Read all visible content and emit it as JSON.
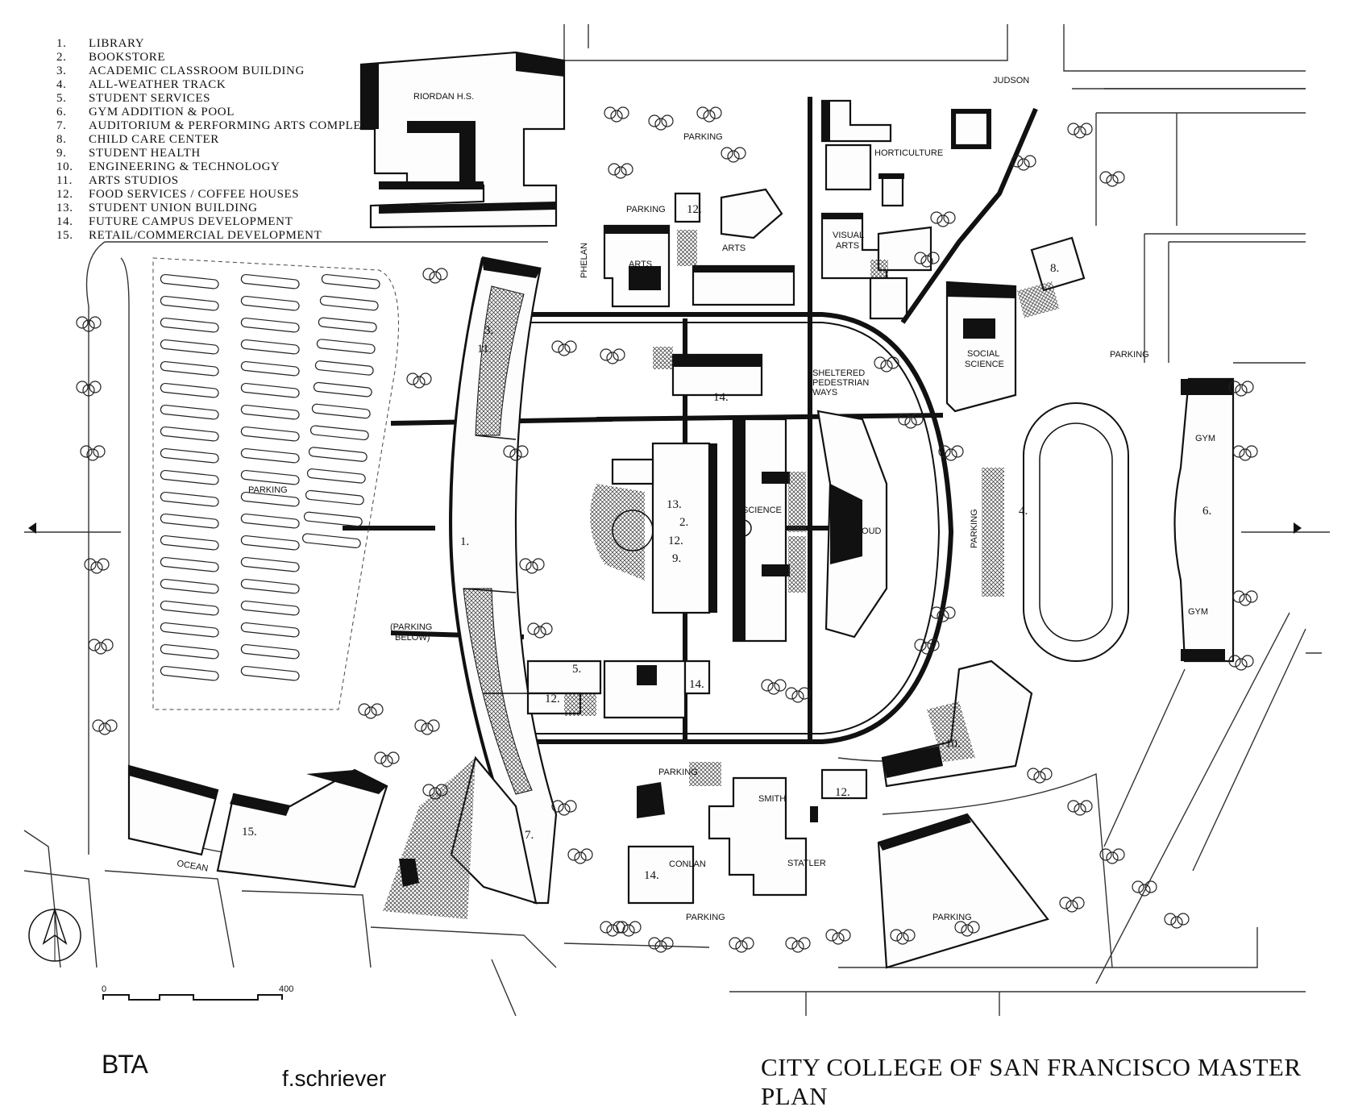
{
  "legend": [
    {
      "num": "1.",
      "label": "LIBRARY"
    },
    {
      "num": "2.",
      "label": "BOOKSTORE"
    },
    {
      "num": "3.",
      "label": "ACADEMIC CLASSROOM BUILDING"
    },
    {
      "num": "4.",
      "label": "ALL-WEATHER TRACK"
    },
    {
      "num": "5.",
      "label": "STUDENT SERVICES"
    },
    {
      "num": "6.",
      "label": "GYM ADDITION & POOL"
    },
    {
      "num": "7.",
      "label": "AUDITORIUM & PERFORMING ARTS COMPLEX"
    },
    {
      "num": "8.",
      "label": "CHILD CARE CENTER"
    },
    {
      "num": "9.",
      "label": "STUDENT HEALTH"
    },
    {
      "num": "10.",
      "label": "ENGINEERING & TECHNOLOGY"
    },
    {
      "num": "11.",
      "label": "ARTS STUDIOS"
    },
    {
      "num": "12.",
      "label": "FOOD SERVICES / COFFEE HOUSES"
    },
    {
      "num": "13.",
      "label": "STUDENT UNION BUILDING"
    },
    {
      "num": "14.",
      "label": "FUTURE CAMPUS DEVELOPMENT"
    },
    {
      "num": "15.",
      "label": "RETAIL/COMMERCIAL DEVELOPMENT"
    }
  ],
  "labels": {
    "riordan": "RIORDAN H.S.",
    "judson": "JUDSON",
    "parking_top": "PARKING",
    "parking_arts": "PARKING",
    "horticulture": "HORTICULTURE",
    "visual_arts_1": "VISUAL",
    "visual_arts_2": "ARTS",
    "arts_left": "ARTS",
    "arts_right": "ARTS",
    "phelan": "PHELAN",
    "sheltered_1": "SHELTERED",
    "sheltered_2": "PEDESTRIAN",
    "sheltered_3": "WAYS",
    "social_1": "SOCIAL",
    "social_2": "SCIENCE",
    "parking_right": "PARKING",
    "gym_top": "GYM",
    "gym_bottom": "GYM",
    "science": "SCIENCE",
    "cloud": "CLOUD",
    "parking_lot": "PARKING",
    "parking_below_1": "(PARKING",
    "parking_below_2": "BELOW)",
    "parking_vertical": "PARKING",
    "parking_south": "PARKING",
    "smith": "SMITH",
    "conlan": "CONLAN",
    "statler": "STATLER",
    "parking_south2": "PARKING",
    "parking_se": "PARKING",
    "ocean": "OCEAN",
    "scale_start": "0",
    "scale_end": "400"
  },
  "numbers": {
    "n1": "1.",
    "n2": "2.",
    "n3": "3.",
    "n4": "4.",
    "n5": "5.",
    "n6": "6.",
    "n7": "7.",
    "n8": "8.",
    "n9": "9.",
    "n10": "10.",
    "n11": "11.",
    "n12a": "12.",
    "n12b": "12.",
    "n12c": "12.",
    "n12d": "12.",
    "n13": "13.",
    "n14a": "14.",
    "n14b": "14.",
    "n14c": "14.",
    "n15": "15."
  },
  "title": "CITY COLLEGE OF SAN FRANCISCO  MASTER PLAN",
  "firm": "BTA",
  "author": "f.schriever"
}
